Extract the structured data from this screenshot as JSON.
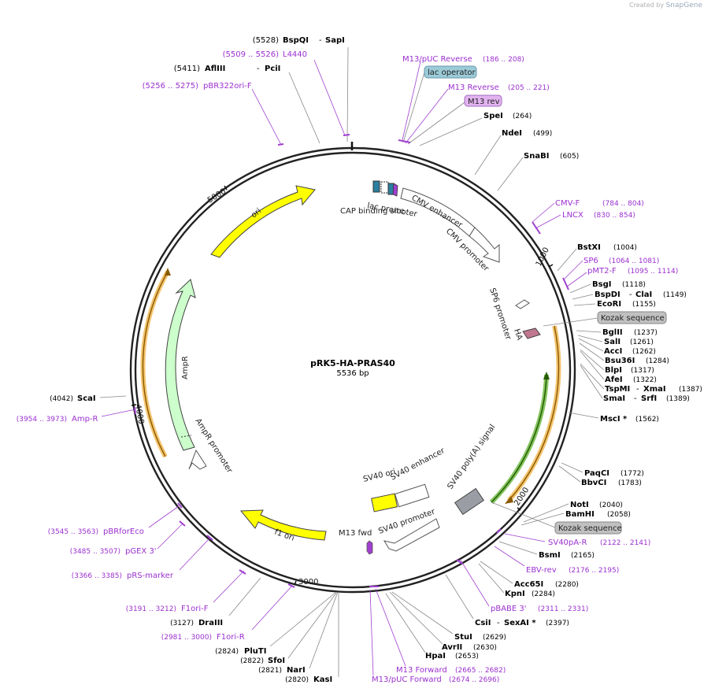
{
  "brand": {
    "created_by": "Created by",
    "snapgene": "SnapGene"
  },
  "title": {
    "name": "pRK5-HA-PRAS40",
    "size": "5536 bp"
  },
  "ticks": [
    "1000",
    "2000",
    "3000",
    "4000",
    "5000"
  ],
  "right_sites": [
    {
      "name": "SpeI",
      "pos": "(264)"
    },
    {
      "name": "NdeI",
      "pos": "(499)"
    },
    {
      "name": "SnaBI",
      "pos": "(605)"
    },
    {
      "name": "CMV-F",
      "pos": "(784 .. 804)"
    },
    {
      "name": "LNCX",
      "pos": "(830 .. 854)"
    },
    {
      "name": "BstXI",
      "pos": "(1004)"
    },
    {
      "name": "SP6",
      "pos": "(1064 .. 1081)"
    },
    {
      "name": "pMT2-F",
      "pos": "(1095 .. 1114)"
    },
    {
      "name": "BsgI",
      "pos": "(1118)"
    },
    {
      "name": "BspDI",
      "name2": "ClaI",
      "pos": "(1149)"
    },
    {
      "name": "EcoRI",
      "pos": "(1155)"
    },
    {
      "name": "Kozak sequence"
    },
    {
      "name": "BglII",
      "pos": "(1237)"
    },
    {
      "name": "SalI",
      "pos": "(1261)"
    },
    {
      "name": "AccI",
      "pos": "(1262)"
    },
    {
      "name": "Bsu36I",
      "pos": "(1284)"
    },
    {
      "name": "BlpI",
      "pos": "(1317)"
    },
    {
      "name": "AfeI",
      "pos": "(1322)"
    },
    {
      "name": "TspMI",
      "name2": "XmaI",
      "pos": "(1387)"
    },
    {
      "name": "SmaI",
      "name2": "SrfI",
      "pos": "(1389)"
    },
    {
      "name": "MscI *",
      "pos": "(1562)"
    },
    {
      "name": "PaqCI",
      "pos": "(1772)"
    },
    {
      "name": "BbvCI",
      "pos": "(1783)"
    },
    {
      "name": "NotI",
      "pos": "(2040)"
    },
    {
      "name": "BamHI",
      "pos": "(2058)"
    },
    {
      "name": "Kozak sequence"
    },
    {
      "name": "SV40pA-R",
      "pos": "(2122 .. 2141)"
    },
    {
      "name": "BsmI",
      "pos": "(2165)"
    },
    {
      "name": "EBV-rev",
      "pos": "(2176 .. 2195)"
    },
    {
      "name": "Acc65I",
      "pos": "(2280)"
    },
    {
      "name": "KpnI",
      "pos": "(2284)"
    },
    {
      "name": "pBABE 3'",
      "pos": "(2311 .. 2331)"
    },
    {
      "name": "CsiI",
      "name2": "SexAI *",
      "pos": "(2397)"
    },
    {
      "name": "StuI",
      "pos": "(2629)"
    },
    {
      "name": "AvrII",
      "pos": "(2630)"
    },
    {
      "name": "HpaI",
      "pos": "(2653)"
    },
    {
      "name": "M13 Forward",
      "pos": "(2665 .. 2682)"
    },
    {
      "name": "M13/pUC Forward",
      "pos": "(2674 .. 2696)"
    }
  ],
  "top_sites": [
    {
      "name": "BspQI",
      "name2": "SapI",
      "pos": "(5528)"
    },
    {
      "name": "L4440",
      "pos": "(5509 .. 5526)"
    },
    {
      "name": "AflIII",
      "name2": "PciI",
      "pos": "(5411)"
    },
    {
      "name": "pBR322ori-F",
      "pos": "(5256 .. 5275)"
    },
    {
      "name": "M13/pUC Reverse",
      "pos": "(186 .. 208)"
    },
    {
      "name": "lac operator"
    },
    {
      "name": "M13 Reverse",
      "pos": "(205 .. 221)"
    },
    {
      "name": "M13 rev"
    }
  ],
  "left_sites": [
    {
      "name": "ScaI",
      "pos": "(4042)"
    },
    {
      "name": "Amp-R",
      "pos": "(3954 .. 3973)"
    },
    {
      "name": "pBRforEco",
      "pos": "(3545 .. 3563)"
    },
    {
      "name": "pGEX 3'",
      "pos": "(3485 .. 3507)"
    },
    {
      "name": "pRS-marker",
      "pos": "(3366 .. 3385)"
    },
    {
      "name": "F1ori-F",
      "pos": "(3191 .. 3212)"
    },
    {
      "name": "DraIII",
      "pos": "(3127)"
    },
    {
      "name": "F1ori-R",
      "pos": "(2981 .. 3000)"
    },
    {
      "name": "PluTI",
      "pos": "(2824)"
    },
    {
      "name": "SfoI",
      "pos": "(2822)"
    },
    {
      "name": "NarI",
      "pos": "(2821)"
    },
    {
      "name": "KasI",
      "pos": "(2820)"
    }
  ],
  "features": {
    "ori": "ori",
    "ampr": "AmpR",
    "ampr_promoter": "AmpR promoter",
    "f1_ori": "f1 ori",
    "sv40_ori": "SV40 ori",
    "sv40_enhancer": "SV40 enhancer",
    "sv40_promoter": "SV40 promoter",
    "m13_fwd": "M13 fwd",
    "sv40_polya": "SV40 poly(A) signal",
    "cmv_enhancer": "CMV enhancer",
    "cmv_promoter": "CMV promoter",
    "lac_promoter": "lac promoter",
    "cap_site": "CAP binding site",
    "sp6_promoter": "SP6 promoter",
    "ha": "HA"
  },
  "colors": {
    "backbone": "#222222",
    "enzyme_text": "#000000",
    "primer_text": "#9b30d0",
    "ori_fill": "#ffff00",
    "ampr_fill": "#ccffcc",
    "orf_orange": "#f0b040",
    "orf_green": "#5ab02a",
    "label_box": "#c0c0c0",
    "lac_box": "#9ccbd8",
    "m13_box": "#e2b3f0"
  }
}
